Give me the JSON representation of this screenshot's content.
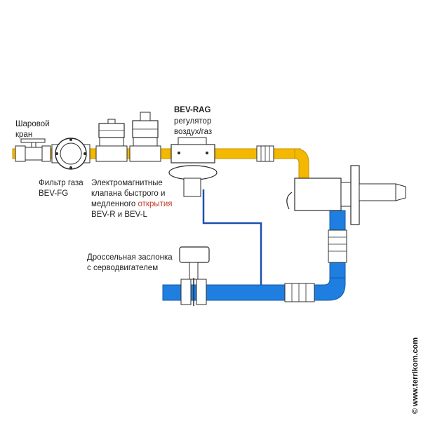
{
  "labels": {
    "ball_valve": [
      "Шаровой",
      "кран"
    ],
    "gas_filter": [
      "Фильтр газа",
      "BEV-FG"
    ],
    "solenoid": {
      "line1": "Электромагнитные",
      "line2": "клапана быстрого и",
      "line3_a": "медленного ",
      "line3_b": "открытия",
      "line4": "BEV-R и BEV-L"
    },
    "regulator": {
      "title": "BEV-RAG",
      "line2": "регулятор",
      "line3": "воздух/газ"
    },
    "throttle": [
      "Дроссельная заслонка",
      "с серводвигателем"
    ]
  },
  "watermark": "© www.terrikom.com",
  "colors": {
    "gas_pipe": "#f5b800",
    "air_pipe": "#1f7fe0",
    "impulse_line": "#1f4fb0",
    "equipment": "#ffffff",
    "outline": "#2b2b2b",
    "accent_red": "#c0392b"
  }
}
